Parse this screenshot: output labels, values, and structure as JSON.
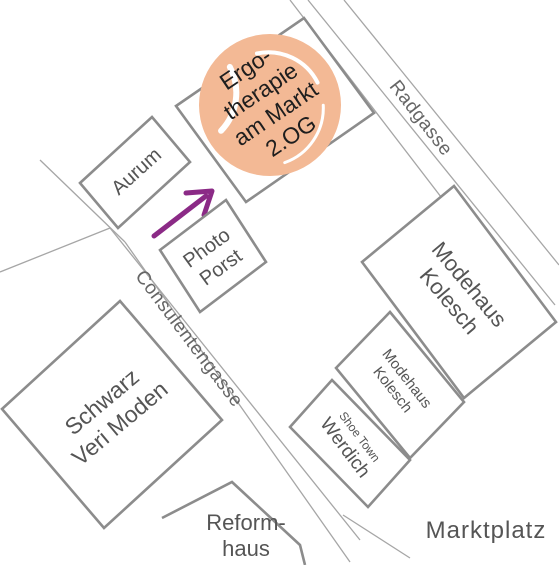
{
  "map": {
    "target": {
      "lines": [
        "Ergo-",
        "therapie",
        "am Markt",
        "2.OG"
      ],
      "blob_color": "#f3b995",
      "arrow_color": "#8b2a86"
    },
    "streets": {
      "radgasse": "Radgasse",
      "consulentengasse": "Consulentengasse"
    },
    "place": "Marktplatz",
    "buildings": {
      "aurum": [
        "Aurum"
      ],
      "photo_porst": [
        "Photo",
        "Porst"
      ],
      "modehaus_kolesch_large": [
        "Modehaus",
        "Kolesch"
      ],
      "modehaus_kolesch_small": [
        "Modehaus",
        "Kolesch"
      ],
      "shoe_town_werdich": [
        "Shoe Town",
        "Werdich"
      ],
      "schwarz_veri_moden": [
        "Schwarz",
        "Veri Moden"
      ],
      "reformhaus": [
        "Reform-",
        "haus"
      ]
    },
    "colors": {
      "building_stroke": "#8c8c8c",
      "road_line": "#a6a6a6",
      "label_text": "#555555"
    }
  }
}
